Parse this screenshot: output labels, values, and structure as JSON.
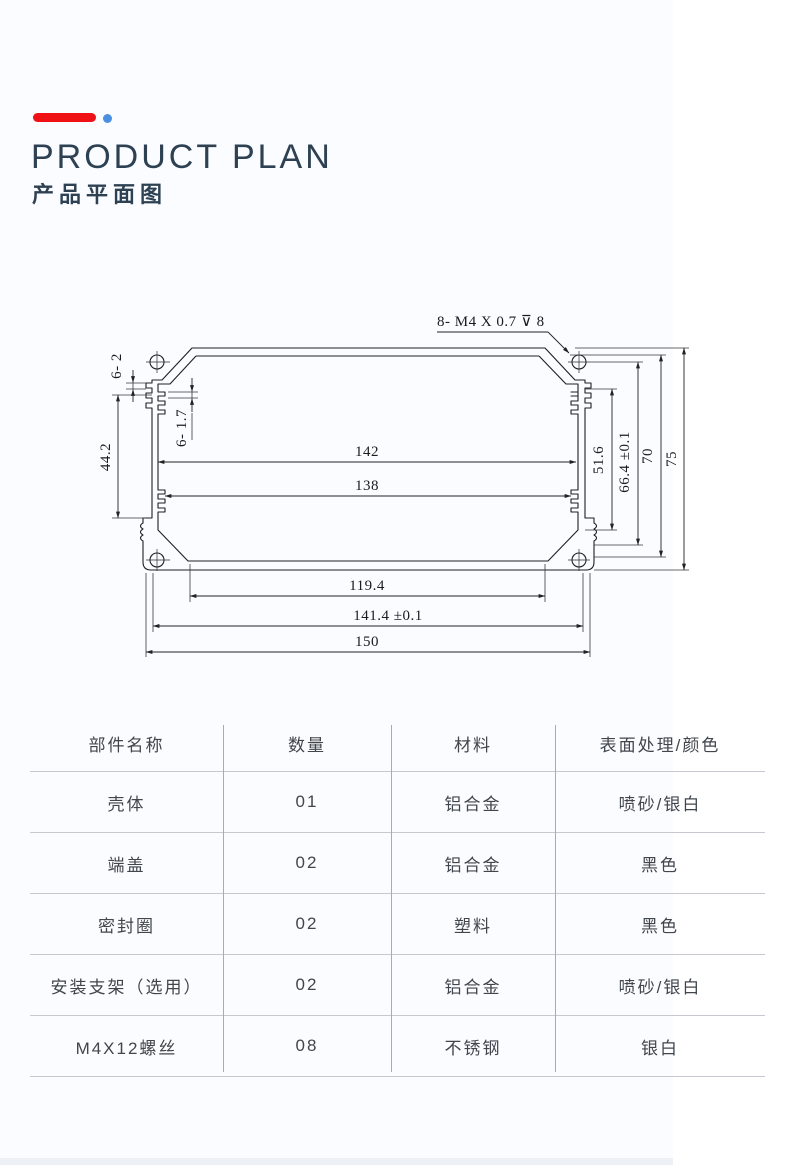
{
  "colors": {
    "page_background": "#fafcff",
    "accent_red": "#f01117",
    "accent_blue": "#4a90e2",
    "title_color": "#2e4152",
    "drawing_line": "#1f1f1f",
    "table_line": "#c6cad0"
  },
  "header": {
    "title_en": "PRODUCT PLAN",
    "title_zh": "产品平面图"
  },
  "drawing": {
    "callout": "8- M4 X 0.7 ⊽ 8",
    "dim_142": "142",
    "dim_138": "138",
    "dim_119_4": "119.4",
    "dim_141_4": "141.4 ±0.1",
    "dim_150": "150",
    "dim_51_6": "51.6",
    "dim_66_4": "66.4 ±0.1",
    "dim_70": "70",
    "dim_75": "75",
    "dim_6_2": "6- 2",
    "dim_44_2": "44.2",
    "dim_6_1_7": "6- 1.7"
  },
  "table": {
    "headers": [
      "部件名称",
      "数量",
      "材料",
      "表面处理/颜色"
    ],
    "rows": [
      [
        "壳体",
        "01",
        "铝合金",
        "喷砂/银白"
      ],
      [
        "端盖",
        "02",
        "铝合金",
        "黑色"
      ],
      [
        "密封圈",
        "02",
        "塑料",
        "黑色"
      ],
      [
        "安装支架（选用）",
        "02",
        "铝合金",
        "喷砂/银白"
      ],
      [
        "M4X12螺丝",
        "08",
        "不锈钢",
        "银白"
      ]
    ]
  }
}
